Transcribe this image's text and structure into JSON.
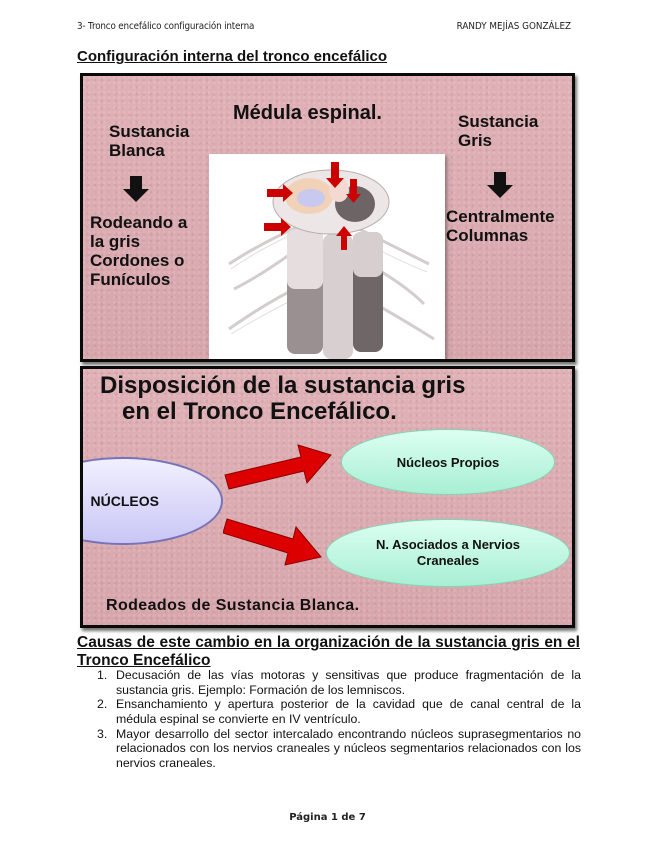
{
  "header": {
    "left": "3- Tronco encefálico configuración interna",
    "right": "RANDY MEJÍAS GONZÁLEZ"
  },
  "title": "Configuración interna del tronco encefálico",
  "slide1": {
    "heading": "Médula espinal.",
    "left_top": [
      "Sustancia",
      "Blanca"
    ],
    "left_bottom": [
      "Rodeando a",
      "la gris",
      "Cordones o",
      "Funículos"
    ],
    "right_top": [
      "Sustancia",
      "Gris"
    ],
    "right_bottom": [
      "Centralmente",
      "Columnas"
    ],
    "image_alt": "spinal-cord-illustration",
    "colors": {
      "background": "#dbaab0",
      "arrow": "#cc0000",
      "down_arrow": "#111111"
    }
  },
  "slide2": {
    "heading": [
      "Disposición de la sustancia gris",
      "en el Tronco Encefálico."
    ],
    "center_node": "NÚCLEOS",
    "node_top": "Núcleos Propios",
    "node_bottom": [
      "N. Asociados a Nervios",
      "Craneales"
    ],
    "footer": "Rodeados de Sustancia Blanca.",
    "colors": {
      "center_node": "#c9c6f5",
      "leaf_node": "#a8efd4",
      "arrow": "#dd0000"
    }
  },
  "section": {
    "title": "Causas de este cambio en la organización de la sustancia gris en el Tronco Encefálico",
    "items": [
      {
        "num": "1.",
        "text": "Decusación de las vías motoras y sensitivas que produce fragmentación de la sustancia gris. Ejemplo: Formación de los lemniscos."
      },
      {
        "num": "2.",
        "text": "Ensanchamiento y apertura posterior de la cavidad que de canal central de la médula espinal se convierte en IV ventrículo."
      },
      {
        "num": "3.",
        "text": " Mayor desarrollo del sector intercalado encontrando núcleos suprasegmentarios no relacionados con los nervios craneales y núcleos segmentarios relacionados con los nervios craneales."
      }
    ]
  },
  "footer": "Página 1 de 7"
}
